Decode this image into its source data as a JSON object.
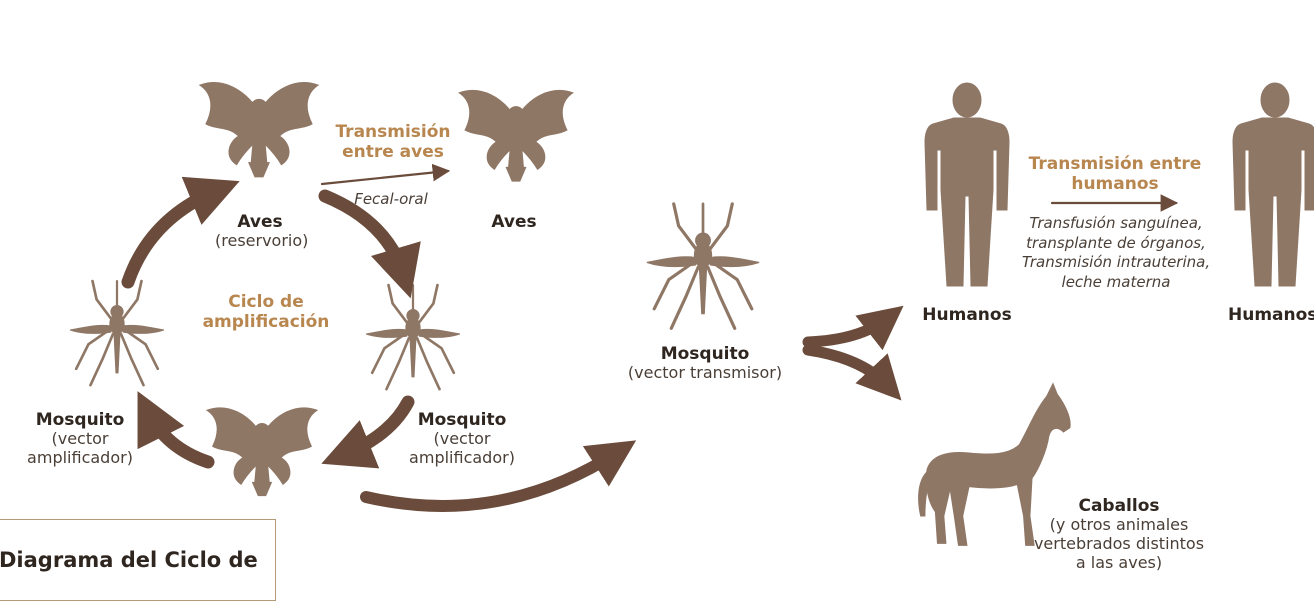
{
  "colors": {
    "silhouette": "#8f7766",
    "arrow": "#6b4c3c",
    "accent": "#b8864f",
    "text": "#2f2620",
    "caption_border": "#b59a7a"
  },
  "icons": [
    "eagle-icon",
    "mosquito-icon",
    "human-icon",
    "horse-icon"
  ],
  "birds_top": {
    "label": "Aves",
    "sublabel": "(reservorio)"
  },
  "birds_right": {
    "label": "Aves"
  },
  "bird_transmission": {
    "title_line1": "Transmisión",
    "title_line2": "entre aves",
    "route": "Fecal-oral"
  },
  "amplification_cycle": {
    "line1": "Ciclo de",
    "line2": "amplificación"
  },
  "mosquito_left": {
    "label": "Mosquito",
    "line1": "(vector",
    "line2": "amplificador)"
  },
  "mosquito_right": {
    "label": "Mosquito",
    "line1": "(vector",
    "line2": "amplificador)"
  },
  "mosquito_transmitter": {
    "label": "Mosquito",
    "sublabel": "(vector transmisor)"
  },
  "human_transmission": {
    "title_line1": "Transmisión entre",
    "title_line2": "humanos",
    "routes": [
      "Transfusión sanguínea,",
      "transplante de órganos,",
      "Transmisión intrauterina,",
      "leche materna"
    ]
  },
  "humans_left": {
    "label": "Humanos"
  },
  "humans_right": {
    "label": "Humanos"
  },
  "horses": {
    "label": "Caballos",
    "line1": "(y otros animales",
    "line2": "vertebrados distintos",
    "line3": "a las aves)"
  },
  "caption": {
    "text": "Diagrama del Ciclo de"
  }
}
